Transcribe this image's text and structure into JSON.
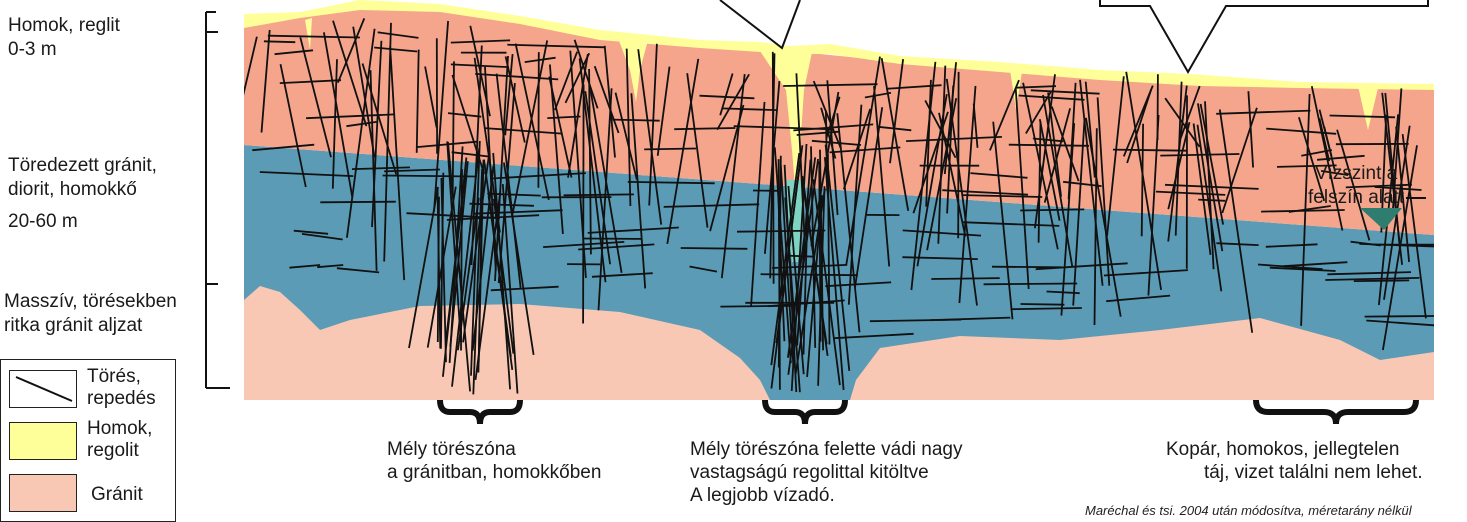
{
  "left_labels": {
    "sand": [
      "Homok, reglit",
      "0-3 m"
    ],
    "fractured": [
      "Töredezett gránit,",
      "diorit, homokkő"
    ],
    "fractured_depth": "20-60 m",
    "massive": [
      "Masszív, törésekben",
      "ritka gránit aljzat"
    ]
  },
  "legend": {
    "items": [
      {
        "label": [
          "Törés,",
          "repedés"
        ],
        "swatch": "fracture-line"
      },
      {
        "label": [
          "Homok,",
          "regolit"
        ],
        "color": "#ffff99"
      },
      {
        "label": [
          "Gránit"
        ],
        "color": "#f9c8b4"
      }
    ]
  },
  "water_table_label": [
    "Vízszint a",
    "felszín alatt"
  ],
  "captions": {
    "left": [
      "Mély törészóna",
      "a gránitban, homokkőben"
    ],
    "middle": [
      "Mély törészóna felette vádi nagy",
      "vastagságú regolittal kitöltve",
      "A legjobb vízadó."
    ],
    "right": [
      "Kopár, homokos, jellegtelen",
      "táj, vizet találni nem lehet."
    ]
  },
  "credit": "Maréchal és tsi. 2004 után módosítva, méretarány nélkül",
  "colors": {
    "sand": "#ffff99",
    "weathered_granite": "#f4a58c",
    "saturated_zone": "#5b9bb5",
    "bedrock": "#f9c8b4",
    "water_marker": "#2e7d6e",
    "fracture": "#111111"
  }
}
